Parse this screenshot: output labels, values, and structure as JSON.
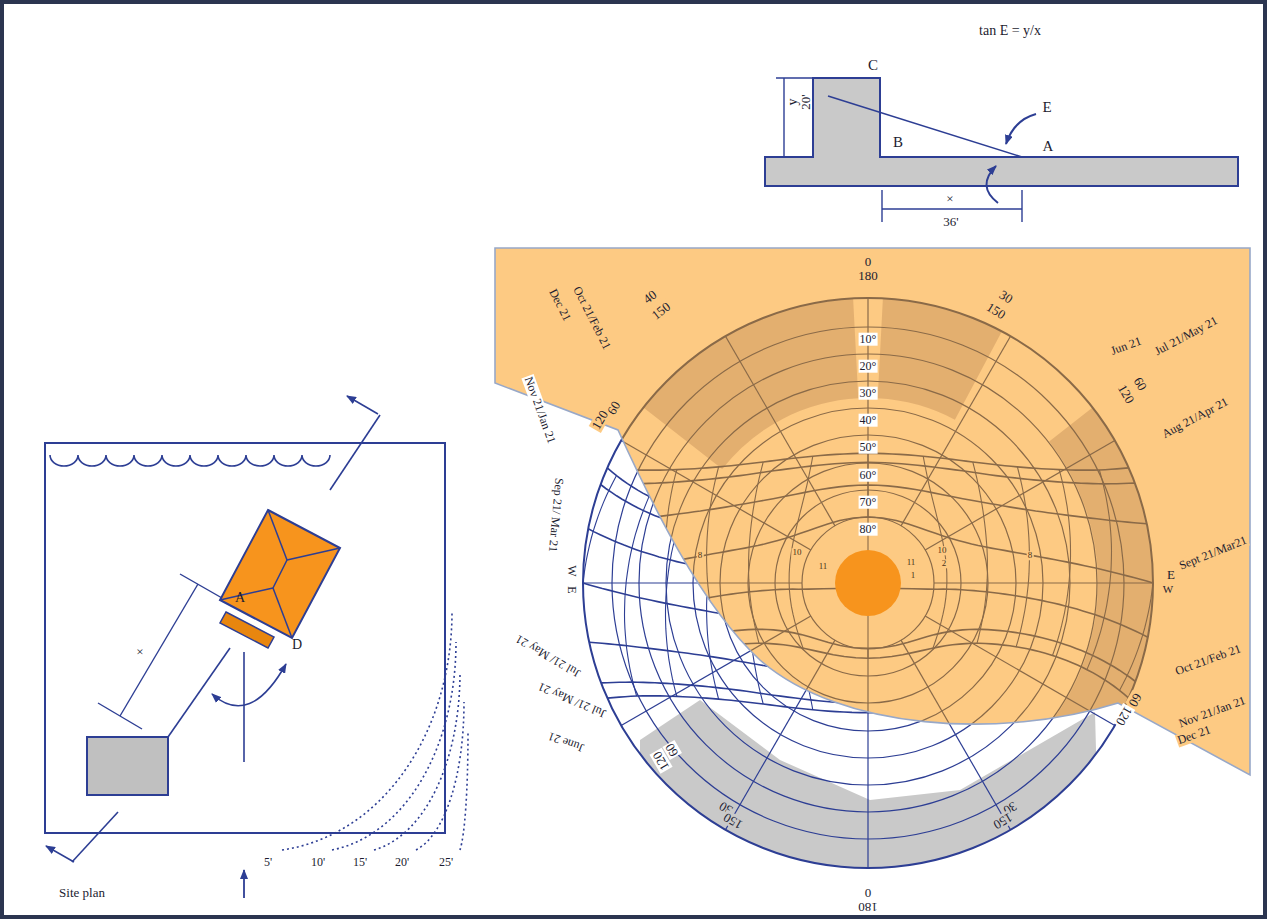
{
  "diagram": {
    "labels": [
      "tan E = y/x",
      "C",
      "y",
      "20'",
      "E",
      "B",
      "A",
      "×",
      "36'",
      "0",
      "180",
      "40",
      "150",
      "30",
      "150",
      "10°",
      "20°",
      "30°",
      "40°",
      "50°",
      "60°",
      "70°",
      "80°",
      "Jun 21",
      "Jul 21/May 21",
      "60",
      "120",
      "Aug 21/Apr 21",
      "E",
      "W",
      "Sept 21/Mar21",
      "Oct 21/Feb 21",
      "Nov 21/Jan 21",
      "Dec 21",
      "60",
      "120",
      "30",
      "150",
      "0",
      "180",
      "30",
      "150",
      "60",
      "120",
      "June 21",
      "Jul 21/ May 21",
      "Jul 21/ May 21",
      "Sep 21/ Mar 21",
      "W",
      "E",
      "Nov 21/Jan 21",
      "Dec 21",
      "Oct 21/Feb 21",
      "60",
      "120",
      "8",
      "10",
      "11",
      "11",
      "1",
      "10",
      "2",
      "8",
      "A",
      "D",
      "×",
      "5'",
      "10'",
      "15'",
      "20'",
      "25'",
      "Site plan"
    ]
  }
}
